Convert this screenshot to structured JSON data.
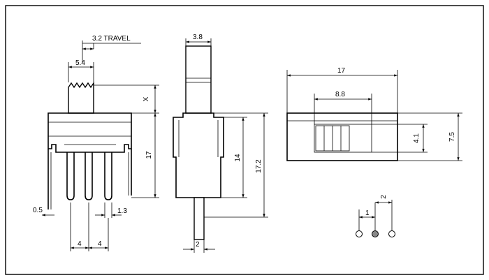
{
  "drawing": {
    "front_view": {
      "travel_label": "3.2 TRAVEL",
      "actuator_width": "5.4",
      "x_label": "X",
      "height_17": "17",
      "pin_offset": "0.5",
      "pin_width": "1.3",
      "pitch_left": "4",
      "pitch_right": "4"
    },
    "side_view": {
      "actuator_thickness": "3.8",
      "body_height": "14",
      "total_height": "17.2",
      "pin_width": "2"
    },
    "top_view": {
      "overall_length": "17",
      "slot_length": "8.8",
      "slot_width": "4.1",
      "overall_width": "7.5"
    },
    "pin_diagram": {
      "spacing_1": "1",
      "spacing_2": "2"
    }
  }
}
